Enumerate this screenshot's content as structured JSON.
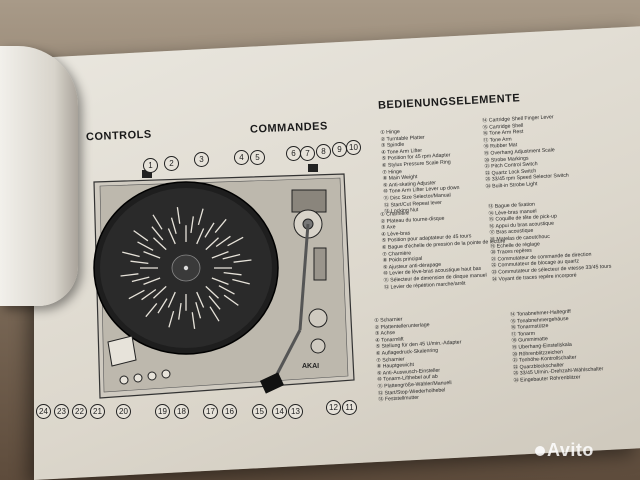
{
  "headings": {
    "controls": "CONTROLS",
    "commandes": "COMMANDES",
    "bedienung": "BEDIENUNGSELEMENTE"
  },
  "callouts_top": [
    "1",
    "2",
    "3",
    "4",
    "5",
    "6",
    "7",
    "8",
    "9",
    "10"
  ],
  "callouts_bottom": [
    "24",
    "23",
    "22",
    "21",
    "20",
    "19",
    "18",
    "17",
    "16",
    "15",
    "14",
    "13",
    "12",
    "11"
  ],
  "brand": "AKAI",
  "english_col1": [
    "① Hinge",
    "② Turntable Platter",
    "③ Spindle",
    "④ Tone Arm Lifter",
    "⑤ Position for 45 rpm Adapter",
    "⑥ Stylus Pressure Scale Ring",
    "⑦ Hinge",
    "⑧ Main Weight",
    "⑨ Anti-skating Adjuster",
    "⑩ Tone Arm Lifter Lever up down",
    "⑪ Disc Size Selector/Manual",
    "⑫ Start/Cut Repeat lever",
    "⑬ Locking Nut"
  ],
  "english_col2": [
    "⑭ Cartridge Shell Finger Lever",
    "⑮ Cartridge Shell",
    "⑯ Tone Arm Rest",
    "⑰ Tone Arm",
    "⑱ Rubber Mat",
    "⑲ Overhang Adjustment Scale",
    "⑳ Strobe Markings",
    "㉑ Pitch Control Switch",
    "㉒ Quartz Lock Switch",
    "㉓ 33/45 rpm Speed Selector Switch",
    "㉔ Built-in Strobe Light"
  ],
  "french_col1": [
    "① Charnière",
    "② Plateau du tourne-disque",
    "③ Axe",
    "④ Lève-bras",
    "⑤ Position pour adaptateur de 45 tours",
    "⑥ Bague d'échelle de pression de la pointe de lecture",
    "⑦ Charnière",
    "⑧ Poids principal",
    "⑨ Ajusteur anti-dérapage",
    "⑩ Levier de lève-bras acoustique haut bas",
    "⑪ Sélecteur de dimension de disque manuel",
    "⑫ Levier de répétition marche/arrêt"
  ],
  "french_col2": [
    "⑬ Bague de fixation",
    "⑭ Lève-bras manuel",
    "⑮ Coquille de tête de pick-up",
    "⑯ Appui du bras acoustique",
    "⑰ Bras acoustique",
    "⑱ Matelas de caoutchouc",
    "⑲ Echelle de réglage",
    "⑳ Traces repères",
    "㉑ Commutateur de commande de direction",
    "㉒ Commutateur de blocage au quartz",
    "㉓ Commutateur de sélecteur de vitesse 33/45 tours",
    "㉔ Voyant de traces repère incorporé"
  ],
  "german_col1": [
    "① Scharnier",
    "② Plattentellerunterlage",
    "③ Achse",
    "④ Tonarmlift",
    "⑤ Stellung für den 45 U/min.-Adapter",
    "⑥ Auflagedruck-Skalenring",
    "⑦ Scharnier",
    "⑧ Hauptgewicht",
    "⑨ Anti-Auswusch-Einsteller",
    "⑩ Tonarm-Lifthebel auf ab",
    "⑪ Plattengröße-Wähler/Manuell",
    "⑫ Start/Stop-Wiederholhebel",
    "⑬ Feststellmutter"
  ],
  "german_col2": [
    "⑭ Tonabnehmer-Haltegriff",
    "⑮ Tonabnehmergehäuse",
    "⑯ Tonarmstütze",
    "⑰ Tonarm",
    "⑱ Gummimatte",
    "⑲ Überhang-Einstellskala",
    "⑳ Röhrenblitzzeichen",
    "㉑ Tonhöhe-Kontrollschalter",
    "㉒ Quarzblockschalter",
    "㉓ 33/45 U/min.-Drehzahl-Wählschalter",
    "㉔ Eingebauter Röhrenblitzer"
  ],
  "watermark": "Avito"
}
